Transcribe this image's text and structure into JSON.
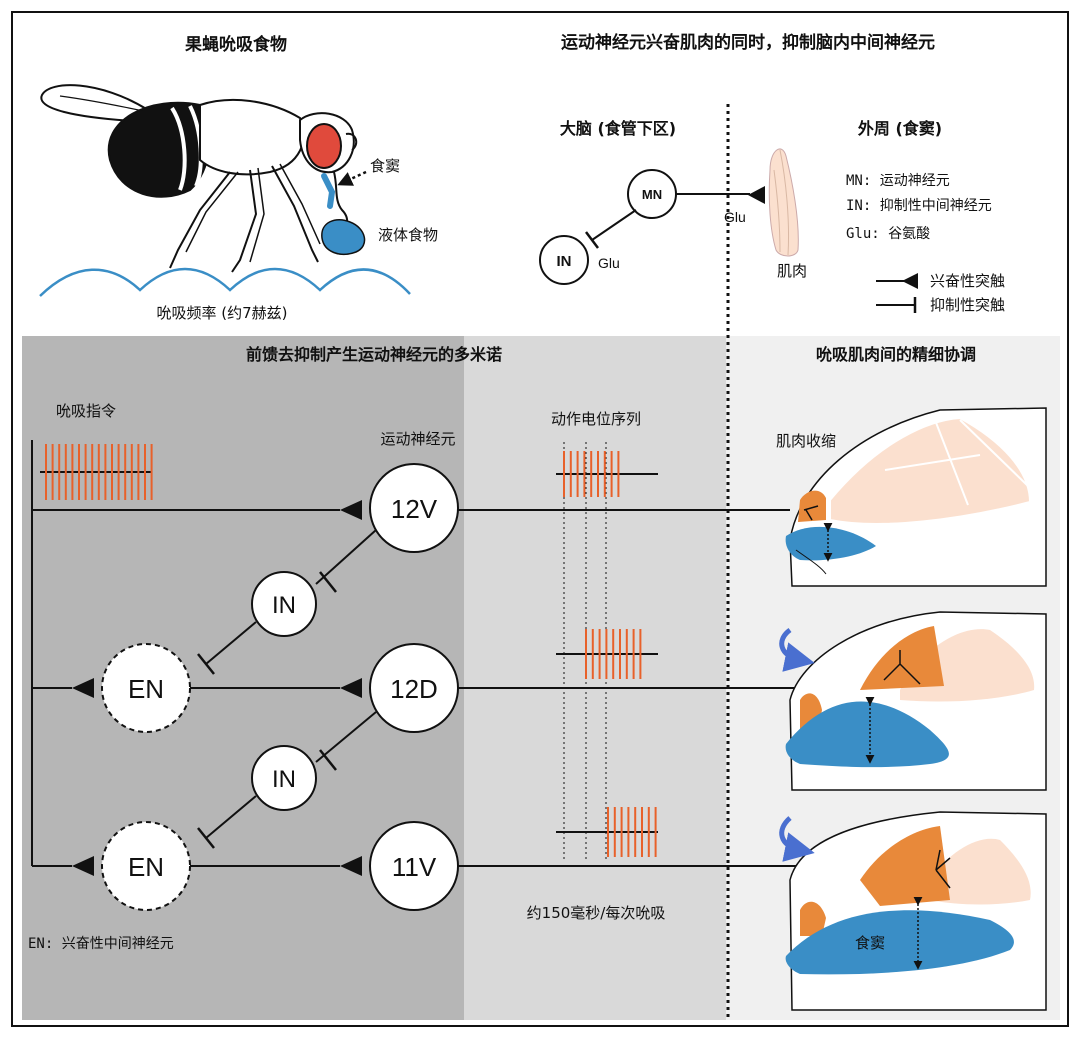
{
  "top_left": {
    "title": "果蝇吮吸食物",
    "label_sinus": "食窦",
    "label_liquid": "液体食物",
    "label_frequency": "吮吸频率 (约7赫兹)"
  },
  "top_right": {
    "title": "运动神经元兴奋肌肉的同时，抑制脑内中间神经元",
    "brain_label": "大脑  (食管下区)",
    "periphery_label": "外周 (食窦)",
    "node_mn": "MN",
    "node_in": "IN",
    "glu_top": "Glu",
    "glu_in": "Glu",
    "muscle_label": "肌肉",
    "legend_mn": "MN: 运动神经元",
    "legend_in": "IN: 抑制性中间神经元",
    "legend_glu": "Glu: 谷氨酸",
    "legend_excitatory": "兴奋性突触",
    "legend_inhibitory": "抑制性突触"
  },
  "bottom_left": {
    "title": "前馈去抑制产生运动神经元的多米诺",
    "command_label": "吮吸指令",
    "motor_neurons_label": "运动神经元",
    "node_12v": "12V",
    "node_12d": "12D",
    "node_11v": "11V",
    "node_in_1": "IN",
    "node_in_2": "IN",
    "node_en_1": "EN",
    "node_en_2": "EN",
    "en_legend": "EN: 兴奋性中间神经元"
  },
  "bottom_middle": {
    "spike_train_label": "动作电位序列",
    "duration_label": "约150毫秒/每次吮吸"
  },
  "bottom_right": {
    "title": "吮吸肌肉间的精细协调",
    "contraction_label": "肌肉收缩",
    "sinus_label": "食窦"
  },
  "colors": {
    "orange": "#e8893a",
    "blue": "#3a8ec6",
    "light_peach": "#fbe0cf",
    "dark_gray_panel": "#b6b6b6",
    "light_gray_panel": "#d9d9d9",
    "lightest_panel": "#f0f0f0",
    "spike": "#e8612a",
    "arrow_purple": "#5a3fa8"
  }
}
